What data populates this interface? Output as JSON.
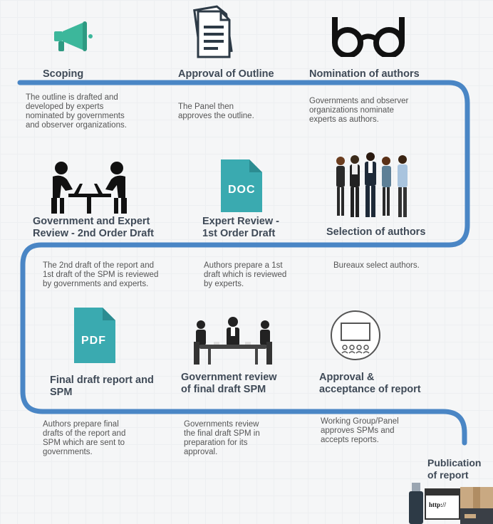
{
  "steps": {
    "scoping": {
      "title": "Scoping",
      "desc": "The outline is drafted and\ndeveloped by experts\nnominated by governments\nand observer organizations."
    },
    "approval_outline": {
      "title": "Approval of Outline",
      "desc": "The Panel then\napproves the outline."
    },
    "nomination": {
      "title": "Nomination of  authors",
      "desc": "Governments and observer\norganizations nominate\nexperts as authors."
    },
    "gov_expert_review": {
      "title": "Government and Expert\nReview - 2nd Order Draft",
      "desc": "The 2nd draft of the report and\n1st draft of the SPM is reviewed\nby governments and experts."
    },
    "expert_review": {
      "title": "Expert Review -\n1st Order Draft",
      "desc": "Authors prepare a 1st\ndraft which is reviewed\nby experts."
    },
    "selection": {
      "title": "Selection of authors",
      "desc": "Bureaux select authors."
    },
    "final_draft": {
      "title": "Final draft report and\nSPM",
      "desc": "Authors prepare final\ndrafts of the report and\nSPM which are sent to\ngovernments."
    },
    "gov_review": {
      "title": "Government review\nof final draft SPM",
      "desc": "Governments review\nthe final draft SPM in\npreparation for its\napproval."
    },
    "approval_acceptance": {
      "title": "Approval &\nacceptance of report",
      "desc": "Working Group/Panel\napproves SPMs and\naccepts reports."
    },
    "publication": {
      "title": "Publication\nof report"
    }
  },
  "icons": {
    "doc_label": "DOC",
    "pdf_label": "PDF",
    "browser_label": "http://"
  },
  "colors": {
    "flow_line": "#4a86c5",
    "doc_teal": "#3aaab0",
    "megaphone_green": "#3cb79b"
  }
}
